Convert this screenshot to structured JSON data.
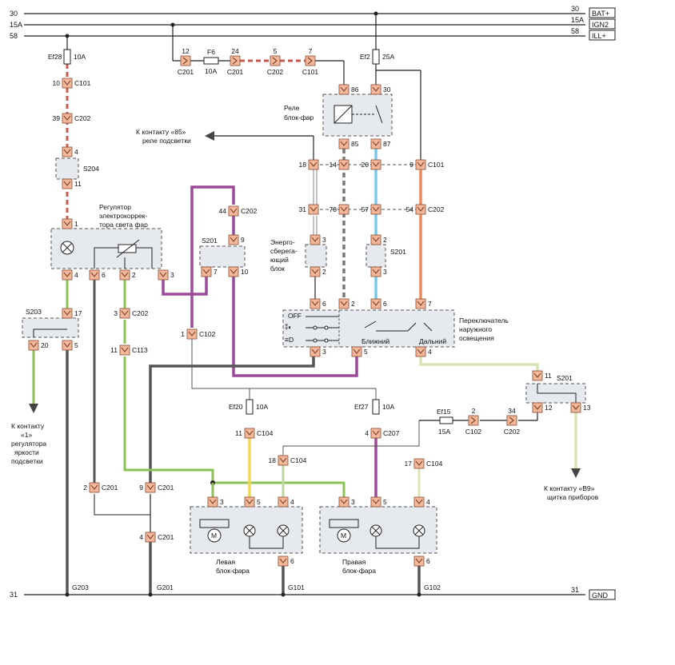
{
  "rails": {
    "bat": {
      "left": "30",
      "right": "30",
      "tag": "BAT+"
    },
    "ign": {
      "left": "15A",
      "right": "15A",
      "tag": "IGN2"
    },
    "ill": {
      "left": "58",
      "right": "58",
      "tag": "ILL+"
    },
    "gnd": {
      "left": "31",
      "right": "31",
      "tag": "GND"
    }
  },
  "fuses": {
    "ef28": {
      "name": "Ef28",
      "rating": "10A"
    },
    "f6": {
      "name": "F6",
      "rating": "10A"
    },
    "ef2": {
      "name": "Ef2",
      "rating": "25A"
    },
    "ef20": {
      "name": "Ef20",
      "rating": "10A"
    },
    "ef27": {
      "name": "Ef27",
      "rating": "10A"
    },
    "ef15": {
      "name": "Ef15",
      "rating": "15A"
    }
  },
  "labels": {
    "relay": "Реле\nблок-фар",
    "to85": "К контакту «85»\nреле подсветки",
    "regulator": "Регулятор\nэлектрокоррек-\nтора света фар",
    "energy": "Энерго-\nсберега-\nющий\nблок",
    "switch": "Переключатель\nнаружного\nосвещения",
    "to1": "К контакту\n«1»\nрегулятора\nяркости\nподсветки",
    "toB9": "К контакту «В9»\nщитка приборов",
    "left_lamp": "Левая\nблок-фара",
    "right_lamp": "Правая\nблок-фара",
    "near": "Ближний",
    "far": "Дальний",
    "off": "OFF"
  },
  "grounds": [
    "G203",
    "G201",
    "G101",
    "G102"
  ],
  "splices": [
    "S204",
    "S203",
    "S201",
    "S201",
    "S201"
  ],
  "connectors": {
    "c201a": "C201",
    "c201b": "C201",
    "c202a": "C202",
    "c101a": "C101",
    "c101_left": "C101",
    "c202_left": "C202",
    "c202_mid": "C202",
    "c101_row": "C101",
    "c202_row": "C202",
    "c202_reg": "C202",
    "c113": "C113",
    "c102": "C102",
    "c104a": "C104",
    "c104b": "C104",
    "c104c": "C104",
    "c207": "C207",
    "c102b": "C102",
    "c202b": "C202",
    "c201_l1": "C201",
    "c201_l2": "C201",
    "c201_l3": "C201"
  },
  "pins": {
    "p12": "12",
    "p24": "24",
    "p5": "5",
    "p7": "7",
    "p10": "10",
    "p39": "39",
    "p4": "4",
    "p11": "11",
    "p1": "1",
    "p86": "86",
    "p30": "30",
    "p85": "85",
    "p87": "87",
    "p18": "18",
    "p14": "14",
    "p20": "20",
    "p9": "9",
    "p31": "31",
    "p78": "78",
    "p57": "57",
    "p54": "54",
    "p44": "44",
    "p3": "3",
    "p2": "2",
    "p6": "6",
    "p17": "17",
    "p13": "13",
    "p34": "34"
  },
  "colors": {
    "red_white": "#c85a50",
    "gray_black": "#777777",
    "blue": "#7ac8e8",
    "orange": "#ec8a5e",
    "purple": "#9a4a98",
    "green": "#8cc058",
    "yellow": "#f0d858",
    "black": "#444444",
    "pale_green": "#d8e4b4",
    "connector": "#f3b89c"
  }
}
